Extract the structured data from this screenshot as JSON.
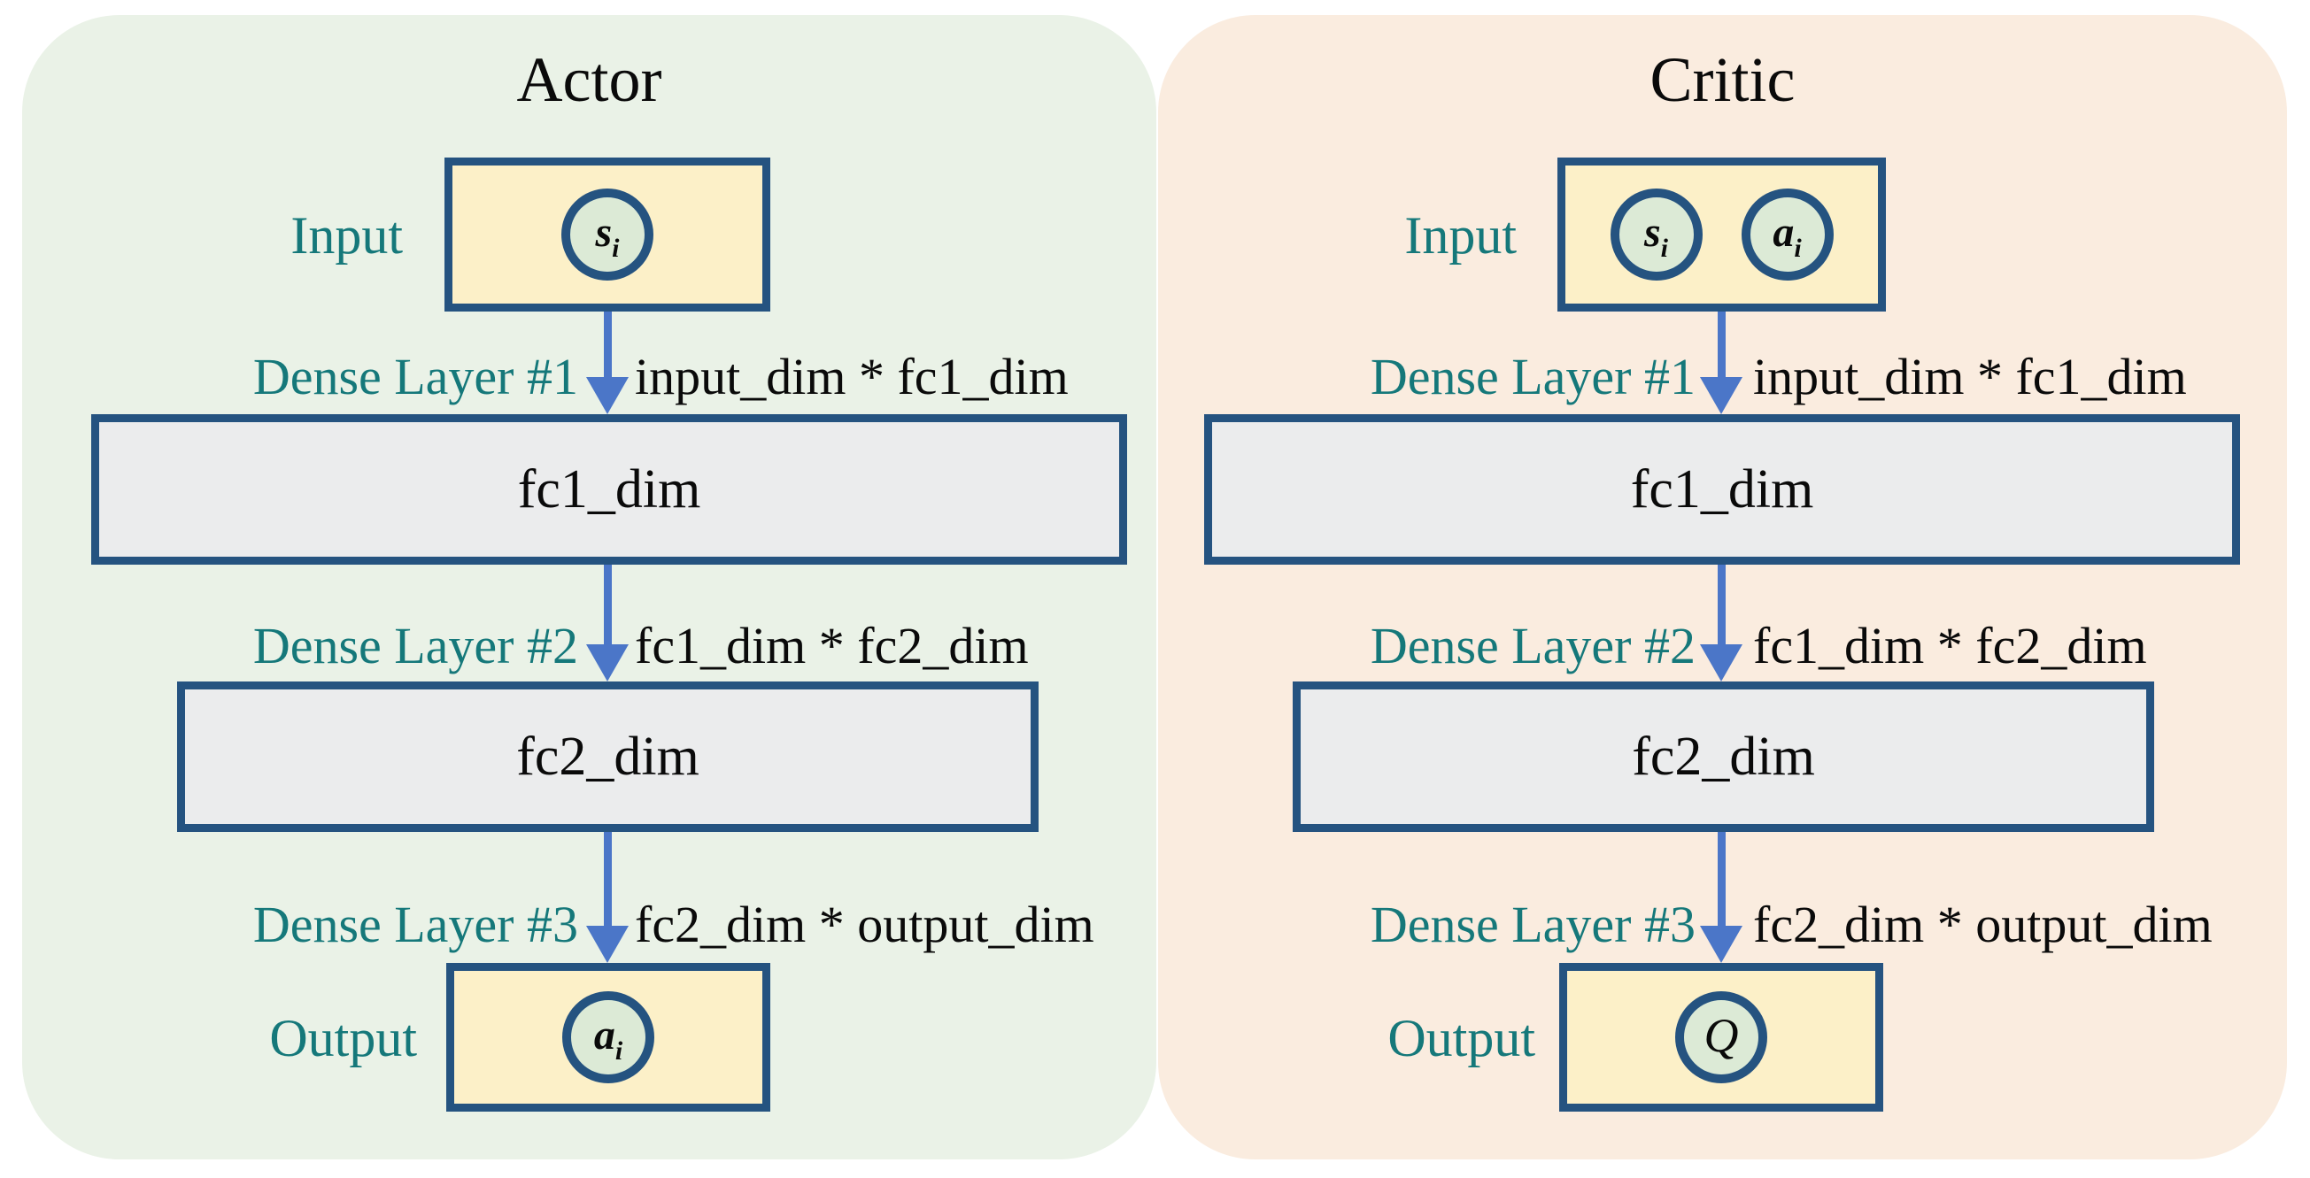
{
  "colors": {
    "actor_panel_bg": "#EAF2E7",
    "critic_panel_bg": "#FAECDF",
    "io_box_fill": "#FCF0C8",
    "dense_box_fill": "#EBECED",
    "node_fill": "#DCEAD6",
    "border_navy": "#255380",
    "arrow_blue": "#4B76C8",
    "label_teal": "#15787A",
    "text_black": "#0A0A0A"
  },
  "panels": [
    {
      "id": "actor",
      "title": "Actor",
      "input": {
        "label": "Input",
        "nodes": [
          {
            "base": "s",
            "sub": "i",
            "weight": "bold"
          }
        ]
      },
      "layers": [
        {
          "label": "Dense Layer #1",
          "weights": "input_dim * fc1_dim",
          "box": "fc1_dim"
        },
        {
          "label": "Dense Layer #2",
          "weights": "fc1_dim * fc2_dim",
          "box": "fc2_dim"
        },
        {
          "label": "Dense Layer #3",
          "weights": "fc2_dim * output_dim"
        }
      ],
      "output": {
        "label": "Output",
        "nodes": [
          {
            "base": "a",
            "sub": "i",
            "weight": "bold"
          }
        ]
      }
    },
    {
      "id": "critic",
      "title": "Critic",
      "input": {
        "label": "Input",
        "nodes": [
          {
            "base": "s",
            "sub": "i",
            "weight": "bold"
          },
          {
            "base": "a",
            "sub": "i",
            "weight": "bold"
          }
        ]
      },
      "layers": [
        {
          "label": "Dense Layer #1",
          "weights": "input_dim * fc1_dim",
          "box": "fc1_dim"
        },
        {
          "label": "Dense Layer #2",
          "weights": "fc1_dim * fc2_dim",
          "box": "fc2_dim"
        },
        {
          "label": "Dense Layer #3",
          "weights": "fc2_dim * output_dim"
        }
      ],
      "output": {
        "label": "Output",
        "nodes": [
          {
            "base": "Q",
            "sub": "",
            "weight": "normal"
          }
        ]
      }
    }
  ]
}
